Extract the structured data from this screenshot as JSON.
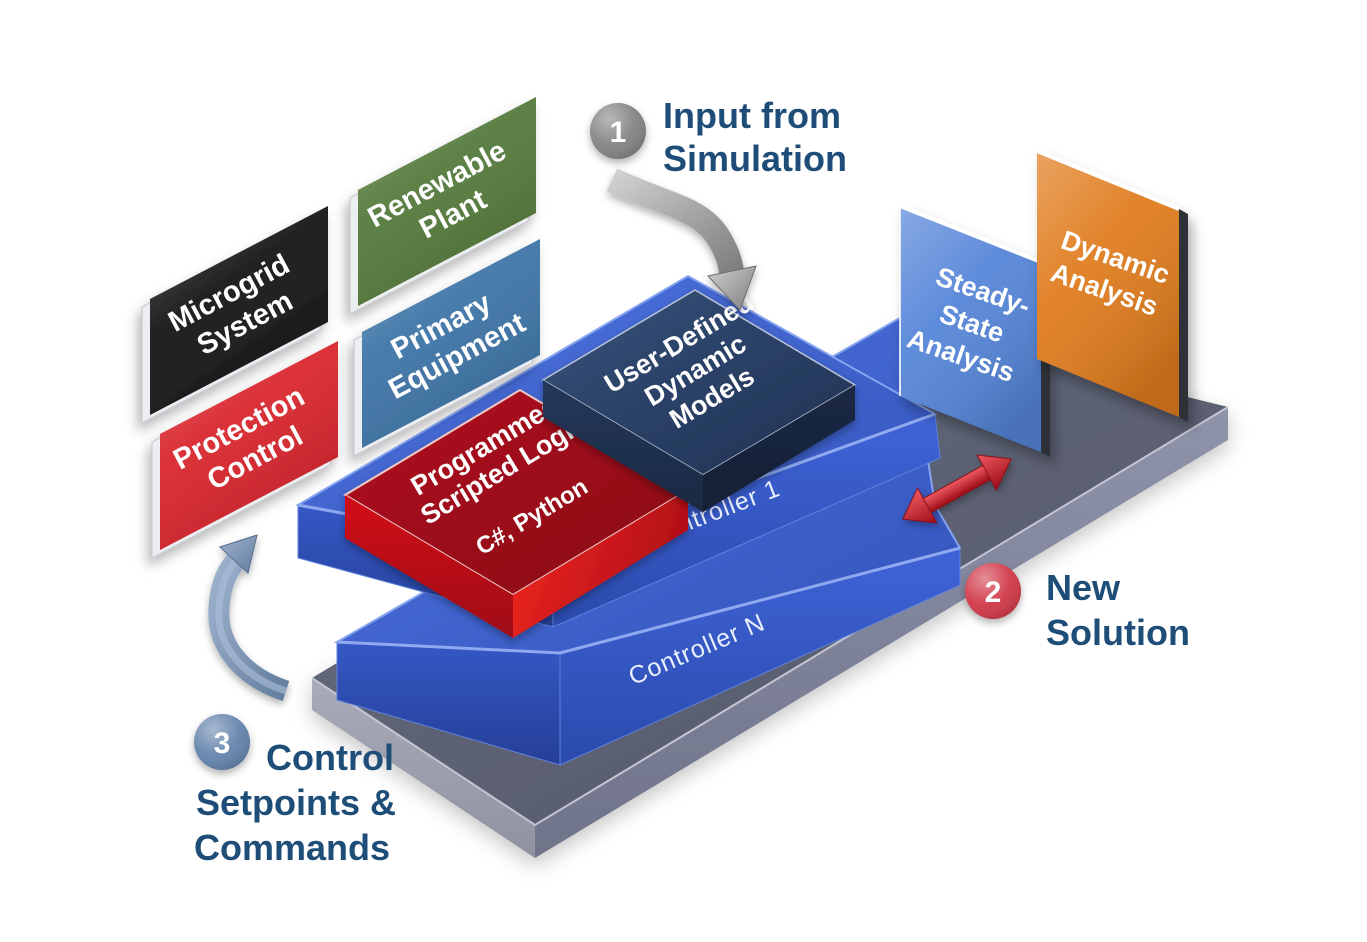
{
  "left_panels": [
    {
      "name": "microgrid-system",
      "line1": "Microgrid",
      "line2": "System",
      "color": "#151515"
    },
    {
      "name": "renewable-plant",
      "line1": "Renewable",
      "line2": "Plant",
      "color": "#53793a"
    },
    {
      "name": "primary-equipment",
      "line1": "Primary",
      "line2": "Equipment",
      "color": "#3c73a6"
    },
    {
      "name": "protection-control",
      "line1": "Protection",
      "line2": "Control",
      "color": "#d8232b"
    }
  ],
  "platform": {
    "controller_top_label": "Controller 1",
    "controller_bottom_label": "Controller N",
    "platform_color": "#3a60cf",
    "base_color": "#5e6477"
  },
  "logic_box": {
    "line1": "Programmed,",
    "line2": "Scripted Logic",
    "line3": "C#, Python",
    "color": "#b5121f"
  },
  "models_box": {
    "line1": "User-Defined",
    "line2": "Dynamic",
    "line3": "Models",
    "color": "#253a5e"
  },
  "analysis_panels": [
    {
      "name": "steady-state-analysis",
      "line1": "Steady-",
      "line2": "State",
      "line3": "Analysis",
      "color": "#5585d8"
    },
    {
      "name": "dynamic-analysis",
      "line1": "Dynamic",
      "line2": "Analysis",
      "color": "#e07c1e"
    }
  ],
  "steps": [
    {
      "num": "1",
      "line1": "Input from",
      "line2": "Simulation",
      "circle_color": "#7f7f7f"
    },
    {
      "num": "2",
      "line1": "New",
      "line2": "Solution",
      "circle_color": "#cf3242"
    },
    {
      "num": "3",
      "line1": "Control",
      "line2": "Setpoints &",
      "line3": "Commands",
      "circle_color": "#5f7fa9"
    }
  ],
  "text_color": "#1e4d78"
}
